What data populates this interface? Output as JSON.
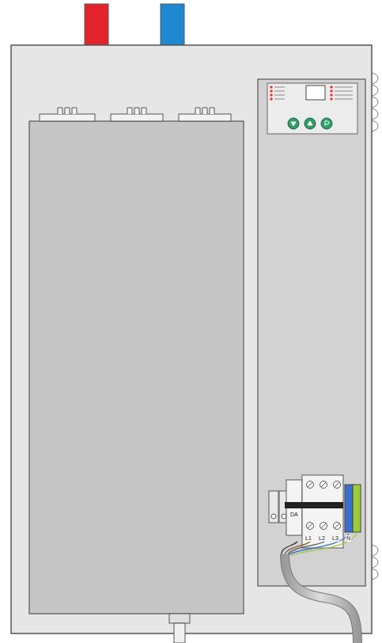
{
  "diagram": {
    "labels": [
      "DA",
      "L1",
      "L2",
      "L3",
      "N"
    ]
  }
}
